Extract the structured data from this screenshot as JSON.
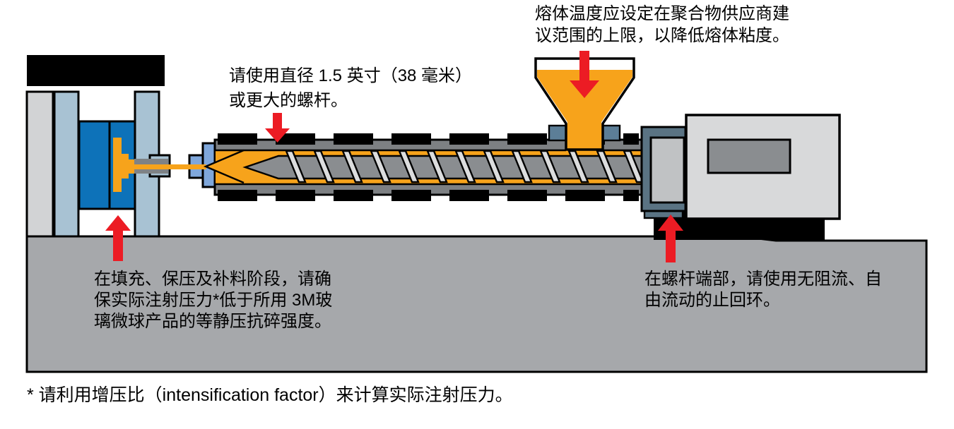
{
  "annotations": {
    "melt_temp": {
      "lines": [
        "熔体温度应设定在聚合物供应商建",
        "议范围的上限，以降低熔体粘度。"
      ]
    },
    "screw_size": {
      "lines": [
        "请使用直径 1.5 英寸（38 毫米）",
        "或更大的螺杆。"
      ]
    },
    "injection_pressure": {
      "lines": [
        "在填充、保压及补料阶段，请确",
        "保实际注射压力*低于所用 3M玻",
        "璃微球产品的等静压抗碎强度。"
      ]
    },
    "check_ring": {
      "lines": [
        "在螺杆端部，请使用无阻流、自",
        "由流动的止回环。"
      ]
    },
    "footnote": "* 请利用增压比（intensification factor）来计算实际注射压力。"
  },
  "colors": {
    "melt_orange": "#F7A31B",
    "arrow_red": "#EC1C24",
    "mold_blue": "#0D72B9",
    "platen_blue_gray": "#A8C2D3",
    "platen_light_gray": "#D2D3D5",
    "nozzle_blue": "#7FA7DB",
    "barrel_gray": "#7D8083",
    "screw_gray": "#8A8D90",
    "flight_gray": "#DCDDDE",
    "bushing_gray": "#7F8285",
    "base_gray": "#A6A8AB",
    "drive_slate": "#5A7383",
    "drive_inner_gray": "#C0C2C4",
    "housing_gray": "#D8D9DA",
    "housing_panel_gray": "#8A8D90",
    "hopper_mount_slate": "#5C7E97",
    "black": "#000000"
  }
}
